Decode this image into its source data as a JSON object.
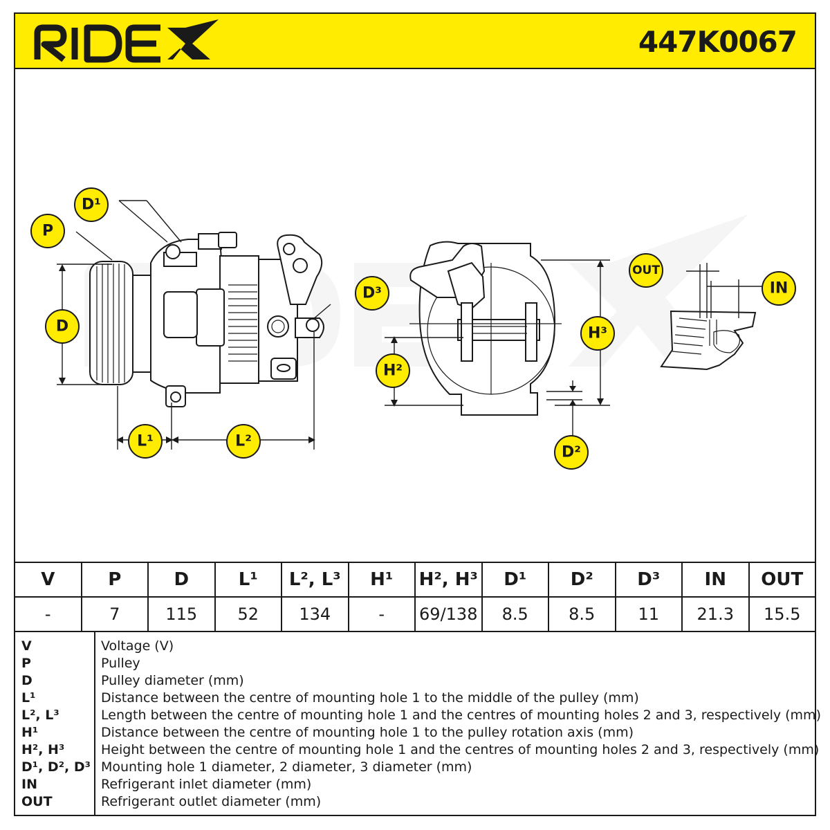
{
  "header": {
    "brand": "RIDEX",
    "part_number": "447K0067"
  },
  "diagram": {
    "watermark": "RIDEX",
    "labels": {
      "p": "P",
      "d": "D",
      "d1": "D¹",
      "d2": "D²",
      "d3": "D³",
      "l1": "L¹",
      "l2": "L²",
      "h2": "H²",
      "h3": "H³",
      "out": "OUT",
      "in": "IN"
    },
    "colors": {
      "accent": "#ffec00",
      "line": "#1a1a1a"
    }
  },
  "spec_table": {
    "headers": [
      "V",
      "P",
      "D",
      "L¹",
      "L², L³",
      "H¹",
      "H², H³",
      "D¹",
      "D²",
      "D³",
      "IN",
      "OUT"
    ],
    "values": [
      "-",
      "7",
      "115",
      "52",
      "134",
      "-",
      "69/138",
      "8.5",
      "8.5",
      "11",
      "21.3",
      "15.5"
    ]
  },
  "legend": [
    {
      "key": "V",
      "desc": "Voltage (V)"
    },
    {
      "key": "P",
      "desc": "Pulley"
    },
    {
      "key": "D",
      "desc": "Pulley diameter (mm)"
    },
    {
      "key": "L¹",
      "desc": "Distance between the centre of mounting hole 1 to the middle of the pulley (mm)"
    },
    {
      "key": "L², L³",
      "desc": "Length between the centre of mounting hole 1 and the centres of mounting holes 2 and 3, respectively (mm)"
    },
    {
      "key": "H¹",
      "desc": "Distance between the centre of mounting hole 1 to the pulley rotation axis (mm)"
    },
    {
      "key": "H², H³",
      "desc": "Height between the centre of mounting hole 1 and the centres of mounting holes 2 and 3, respectively (mm)"
    },
    {
      "key": "D¹, D², D³",
      "desc": "Mounting hole 1 diameter, 2 diameter, 3 diameter (mm)"
    },
    {
      "key": "IN",
      "desc": "Refrigerant inlet diameter (mm)"
    },
    {
      "key": "OUT",
      "desc": "Refrigerant outlet diameter (mm)"
    }
  ]
}
